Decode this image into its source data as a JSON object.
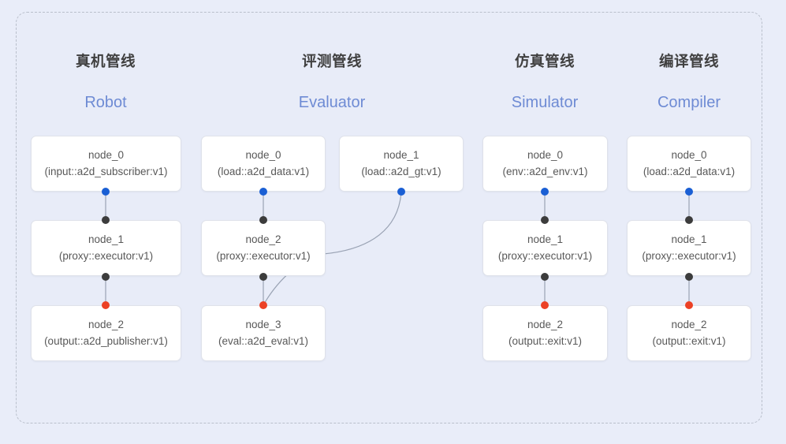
{
  "diagram": {
    "background_color": "#e8ecf8",
    "frame_border_color": "#b9bfcb",
    "accent_color": "#6e8bd4",
    "port_colors": {
      "input": "#1a5fd4",
      "intermediate": "#3c3c3c",
      "output": "#ec4125"
    },
    "columns": [
      {
        "title_cn": "真机管线",
        "title_en": "Robot",
        "nodes": [
          {
            "name": "node_0",
            "spec": "(input::a2d_subscriber:v1)"
          },
          {
            "name": "node_1",
            "spec": "(proxy::executor:v1)"
          },
          {
            "name": "node_2",
            "spec": "(output::a2d_publisher:v1)"
          }
        ]
      },
      {
        "title_cn": "评测管线",
        "title_en": "Evaluator",
        "nodes": [
          {
            "name": "node_0",
            "spec": "(load::a2d_data:v1)"
          },
          {
            "name": "node_1",
            "spec": "(load::a2d_gt:v1)"
          },
          {
            "name": "node_2",
            "spec": "(proxy::executor:v1)"
          },
          {
            "name": "node_3",
            "spec": "(eval::a2d_eval:v1)"
          }
        ]
      },
      {
        "title_cn": "仿真管线",
        "title_en": "Simulator",
        "nodes": [
          {
            "name": "node_0",
            "spec": "(env::a2d_env:v1)"
          },
          {
            "name": "node_1",
            "spec": "(proxy::executor:v1)"
          },
          {
            "name": "node_2",
            "spec": "(output::exit:v1)"
          }
        ]
      },
      {
        "title_cn": "编译管线",
        "title_en": "Compiler",
        "nodes": [
          {
            "name": "node_0",
            "spec": "(load::a2d_data:v1)"
          },
          {
            "name": "node_1",
            "spec": "(proxy::executor:v1)"
          },
          {
            "name": "node_2",
            "spec": "(output::exit:v1)"
          }
        ]
      }
    ]
  }
}
